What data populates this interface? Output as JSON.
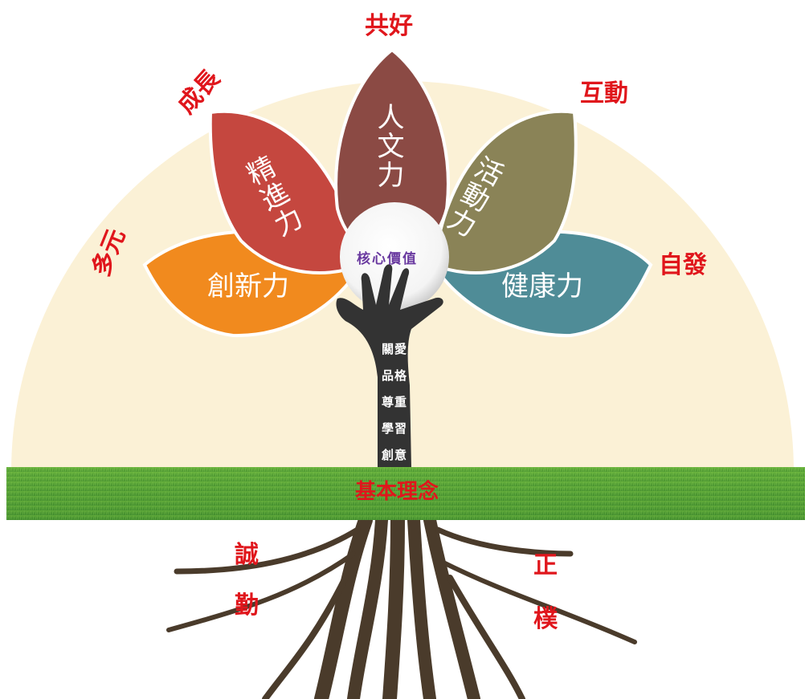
{
  "outer_values": {
    "top": "共好",
    "upper_left": "成長",
    "upper_right": "互動",
    "left": "多元",
    "right": "自發"
  },
  "petals": {
    "innovation": "創新力",
    "progress": "精進力",
    "humanities": "人文力",
    "activity": "活動力",
    "health": "健康力"
  },
  "core_value": "核心價值",
  "trunk_values": [
    "關愛",
    "品格",
    "尊重",
    "學習",
    "創意"
  ],
  "ground_label": "基本理念",
  "root_values": {
    "left_top": "誠",
    "left_bottom": "勤",
    "right_top": "正",
    "right_bottom": "樸"
  },
  "colors": {
    "background_arc": "#fbf1d6",
    "innovation_petal": "#f18a1e",
    "progress_petal": "#c5473f",
    "humanities_petal": "#8b4a44",
    "activity_petal": "#8a8357",
    "health_petal": "#4f8c97",
    "label_red": "#e0161c",
    "grass": "#5aa33a",
    "trunk": "#333333",
    "roots": "#4a3b2b"
  }
}
